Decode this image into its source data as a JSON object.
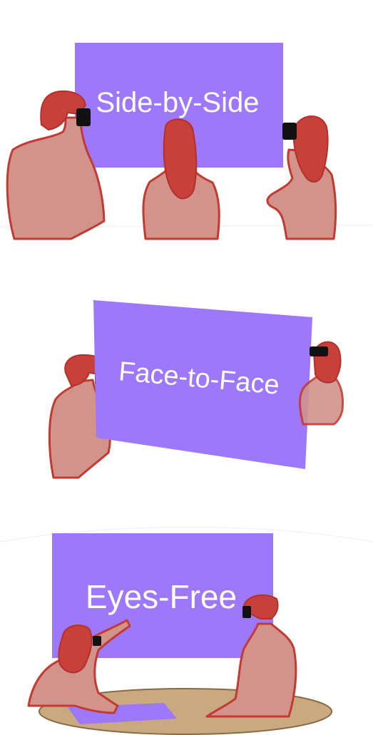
{
  "panels": [
    {
      "label": "Side-by-Side"
    },
    {
      "label": "Face-to-Face"
    },
    {
      "label": "Eyes-Free"
    }
  ]
}
